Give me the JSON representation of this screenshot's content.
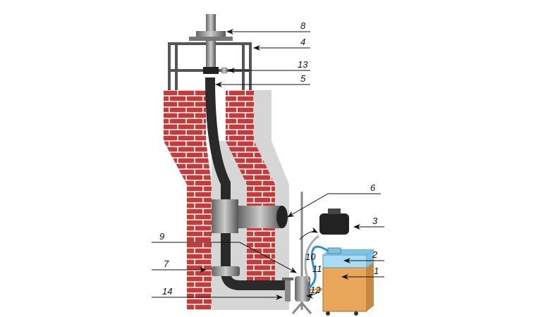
{
  "labels": {
    "l1": "1",
    "l2": "2",
    "l3": "3",
    "l4": "4",
    "l5": "5",
    "l6": "6",
    "l7": "7",
    "l8": "8",
    "l9": "9",
    "l10": "10",
    "l11": "11",
    "l12": "12",
    "l13": "13",
    "l14": "14"
  },
  "colors": {
    "brick": "#c8393a",
    "mortar": "#ffffff",
    "liner": "#d4d4d4",
    "pipe": "#2a2a2a",
    "unit": "#e8a75a",
    "tank": "#a9dcf3",
    "hose": "#2a8fd4"
  }
}
